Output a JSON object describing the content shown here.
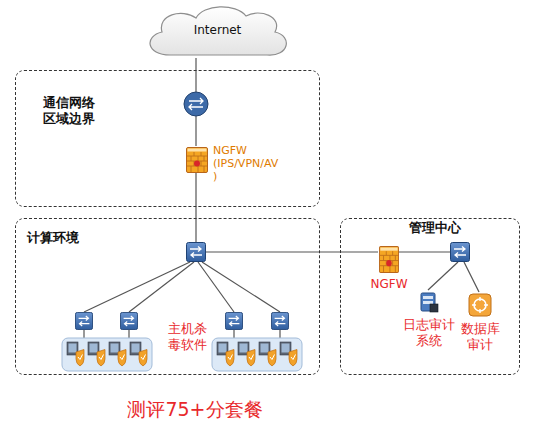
{
  "diagram": {
    "caption": "测评75+分套餐",
    "nodes": [
      {
        "text": [
          "Internet"
        ]
      },
      {
        "text": [
          "通信网络 区域边界"
        ]
      },
      {
        "text": [
          "NGFW (IPS/VPN/AV )"
        ],
        "in": 1
      },
      {
        "text": [
          "计算环境"
        ]
      },
      {
        "text": [
          "管理中心"
        ]
      },
      {
        "text": [
          "NGFW"
        ],
        "in": 4
      },
      {
        "text": [
          "日志审计系统"
        ],
        "in": 4
      },
      {
        "text": [
          "数据库审计"
        ],
        "in": 4
      }
    ],
    "labels": [
      "主机杀毒软件"
    ]
  }
}
